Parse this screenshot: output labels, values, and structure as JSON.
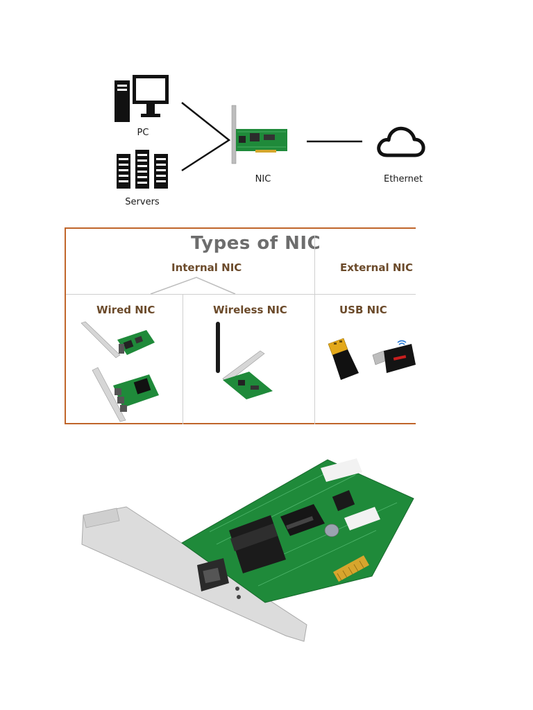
{
  "diagram": {
    "pc_label": "PC",
    "servers_label": "Servers",
    "nic_label": "NIC",
    "ethernet_label": "Ethernet"
  },
  "types": {
    "title": "Types of NIC",
    "internal": "Internal NIC",
    "external": "External NIC",
    "wired": "Wired NIC",
    "wireless": "Wireless NIC",
    "usb": "USB NIC"
  },
  "colors": {
    "frame": "#c0652a",
    "pcb_green": "#1f8a3a",
    "bracket": "#cfcfcf"
  }
}
